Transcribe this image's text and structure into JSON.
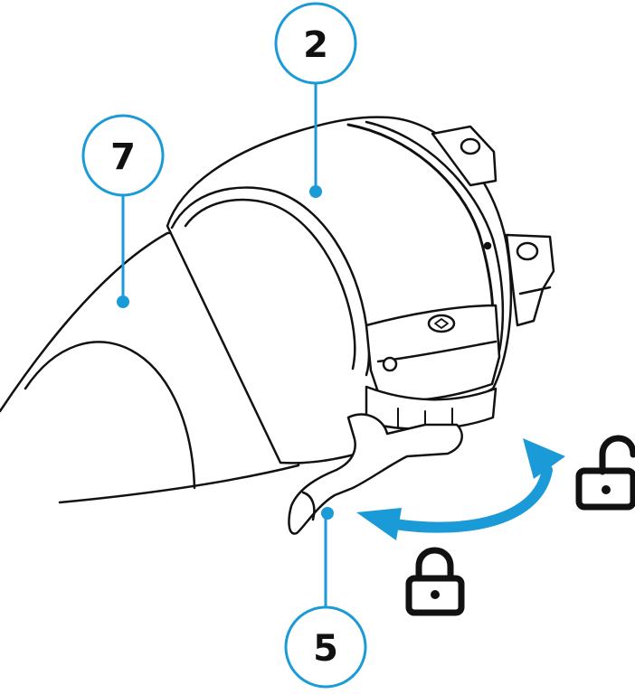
{
  "callouts": [
    {
      "id": "adapter",
      "label": "2"
    },
    {
      "id": "eyepiece",
      "label": "7"
    },
    {
      "id": "lever",
      "label": "5"
    }
  ],
  "colors": {
    "accent": "#1a9ad6",
    "line": "#111111",
    "background": "#ffffff"
  },
  "icons": {
    "unlocked": "unlocked-padlock-icon",
    "locked": "locked-padlock-icon",
    "rotation_arrow": "curved-arrow-icon"
  }
}
